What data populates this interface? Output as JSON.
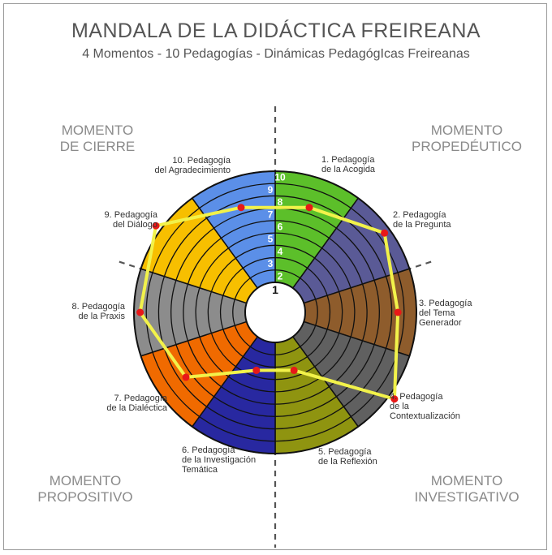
{
  "header": {
    "title": "MANDALA DE LA DIDÁCTICA FREIREANA",
    "subtitle": "4 Momentos - 10 Pedagogías - Dinámicas PedagógIcas Freireanas"
  },
  "moments": [
    {
      "id": "cierre",
      "lines": [
        "MOMENTO",
        "DE CIERRE"
      ]
    },
    {
      "id": "propedeutico",
      "lines": [
        "MOMENTO",
        "PROPEDÉUTICO"
      ]
    },
    {
      "id": "propositivo",
      "lines": [
        "MOMENTO",
        "PROPOSITIVO"
      ]
    },
    {
      "id": "investigativo",
      "lines": [
        "MOMENTO",
        "INVESTIGATIVO"
      ]
    }
  ],
  "pedagogies": [
    {
      "lines": [
        "1. Pedagogía",
        "de la Acogida"
      ],
      "color": "#5cbf2a",
      "value": 7
    },
    {
      "lines": [
        "2. Pedagogía",
        "de la Pregunta"
      ],
      "color": "#5a5a96",
      "value": 9
    },
    {
      "lines": [
        "3. Pedagogía",
        "del Tema",
        "Generador"
      ],
      "color": "#8e5c2c",
      "value": 8
    },
    {
      "lines": [
        "4. Pedagogía",
        "de la",
        "Contextualización"
      ],
      "color": "#606060",
      "value": 10
    },
    {
      "lines": [
        "5. Pedagogía",
        "de la Reflexión"
      ],
      "color": "#8f9410",
      "value": 3
    },
    {
      "lines": [
        "6. Pedagogía",
        "de la Investigación",
        "Temática"
      ],
      "color": "#2828a0",
      "value": 3
    },
    {
      "lines": [
        "7. Pedagogía",
        "de la Dialéctica"
      ],
      "color": "#f06a00",
      "value": 7
    },
    {
      "lines": [
        "8. Pedagogía",
        "de la Praxis"
      ],
      "color": "#8c8c8c",
      "value": 9
    },
    {
      "lines": [
        "9. Pedagogía",
        "del Diálogo"
      ],
      "color": "#f7bf00",
      "value": 10
    },
    {
      "lines": [
        "10. Pedagogía",
        "del Agradecimiento"
      ],
      "color": "#5b8fe8",
      "value": 7
    }
  ],
  "ring_numbers": [
    "1",
    "2",
    "3",
    "4",
    "5",
    "6",
    "7",
    "8",
    "9",
    "10"
  ],
  "profile": {
    "line_color": "#f2f24a",
    "point_color": "#e81818"
  }
}
